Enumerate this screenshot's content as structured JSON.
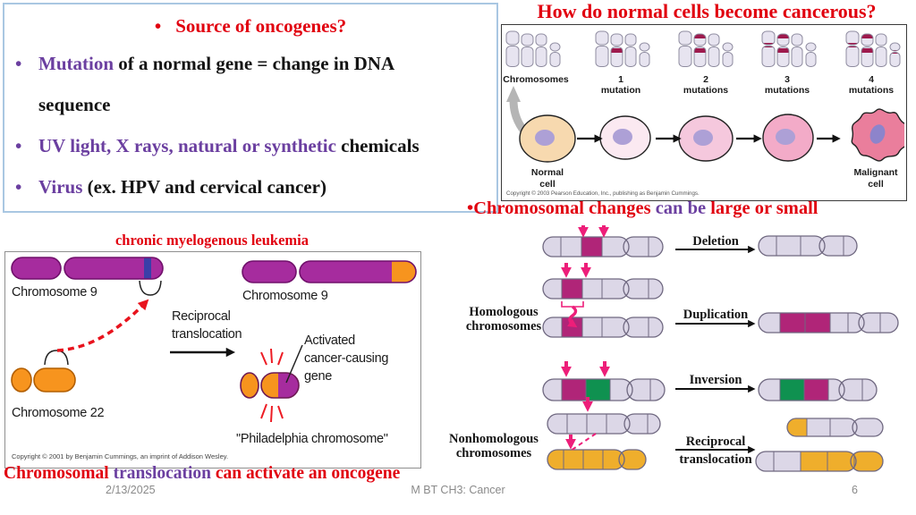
{
  "bullet_char": "•",
  "oncogene_box": {
    "title": "Source of oncogenes?",
    "bullets": [
      {
        "lead": "Mutation",
        "rest": " of a normal gene = change in DNA\nsequence"
      },
      {
        "lead": "UV light, X rays, natural or synthetic",
        "rest": " chemicals"
      },
      {
        "lead": "Virus",
        "rest": " (ex. HPV and cervical cancer)"
      }
    ]
  },
  "cancer_title": "How do normal cells become cancerous?",
  "mutation_figure": {
    "chromosomes_label": "Chromosomes",
    "groups": [
      {
        "num": "1",
        "word": "mutation"
      },
      {
        "num": "2",
        "word": "mutations"
      },
      {
        "num": "3",
        "word": "mutations"
      },
      {
        "num": "4",
        "word": "mutations"
      }
    ],
    "normal_cell": {
      "line1": "Normal",
      "line2": "cell"
    },
    "malignant_cell": {
      "line1": "Malignant",
      "line2": "cell"
    },
    "copyright": "Copyright © 2003 Pearson Education, Inc., publishing as Benjamin Cummings."
  },
  "changes_line": {
    "red1": "Chromosomal changes",
    "purple": " can be ",
    "red2": "large or small"
  },
  "aberration_figure": {
    "deletion": "Deletion",
    "duplication": "Duplication",
    "inversion": "Inversion",
    "reciprocal": {
      "line1": "Reciprocal",
      "line2": "translocation"
    },
    "homologous": {
      "line1": "Homologous",
      "line2": "chromosomes"
    },
    "nonhomologous": {
      "line1": "Nonhomologous",
      "line2": "chromosomes"
    }
  },
  "cml_figure": {
    "title": "chronic myelogenous leukemia",
    "chromosome9_left": "Chromosome 9",
    "chromosome9_right": "Chromosome 9",
    "chromosome22": "Chromosome 22",
    "reciprocal": {
      "line1": "Reciprocal",
      "line2": "translocation"
    },
    "activated": {
      "line1": "Activated",
      "line2": "cancer-causing",
      "line3": "gene"
    },
    "philadelphia": "\"Philadelphia chromosome\"",
    "copyright": "Copyright © 2001 by Benjamin Cummings, an imprint of Addison Wesley."
  },
  "translocation_line": {
    "red1": "Chromosomal",
    "purple": " translocation ",
    "red2": "can activate an oncogene"
  },
  "footer": {
    "date": "2/13/2025",
    "center": "M BT CH3: Cancer",
    "page": "6"
  },
  "colors": {
    "red_text": "#e1000f",
    "purple_text": "#6b3fa0",
    "chromosome_purple": "#a62c9e",
    "cml_orange": "#f7941e",
    "blue_band": "#3a3fa8",
    "band_maroon": "#9e1a4d",
    "magenta_segment": "#b02578",
    "green_segment": "#0f9150",
    "gold_segment": "#efae2c",
    "lavender_chromosome": "#dcd7e7",
    "pink_arrow": "#ed1e79",
    "box_border_blue": "#a9c7e2",
    "footer_gray": "#8a8a8a"
  }
}
